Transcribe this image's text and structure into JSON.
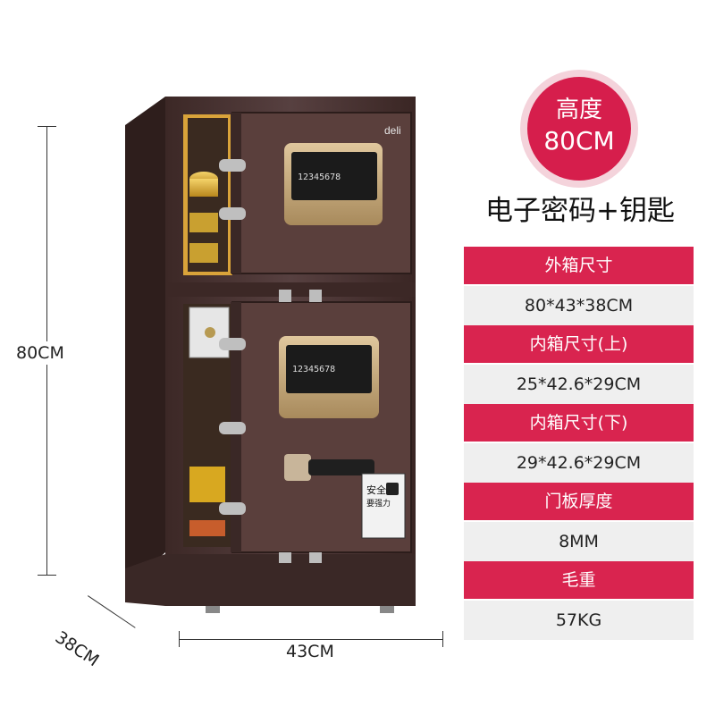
{
  "badge": {
    "line1": "高度",
    "line2": "80CM"
  },
  "headline": "电子密码+钥匙",
  "specs": [
    {
      "label": "外箱尺寸",
      "value": "80*43*38CM"
    },
    {
      "label": "内箱尺寸(上)",
      "value": "25*42.6*29CM"
    },
    {
      "label": "内箱尺寸(下)",
      "value": "29*42.6*29CM"
    },
    {
      "label": "门板厚度",
      "value": "8MM"
    },
    {
      "label": "毛重",
      "value": "57KG"
    }
  ],
  "dimensions": {
    "height": "80CM",
    "depth": "38CM",
    "width": "43CM"
  },
  "safe": {
    "brand": "deli",
    "keypad_display_upper": "12345678",
    "keypad_display_lower": "12345678",
    "sticker_l1": "安全",
    "sticker_l2": "要强力"
  },
  "colors": {
    "accent": "#d61e4c",
    "safe_body": "#4a3330",
    "keypad_gold": "#c8a878"
  }
}
